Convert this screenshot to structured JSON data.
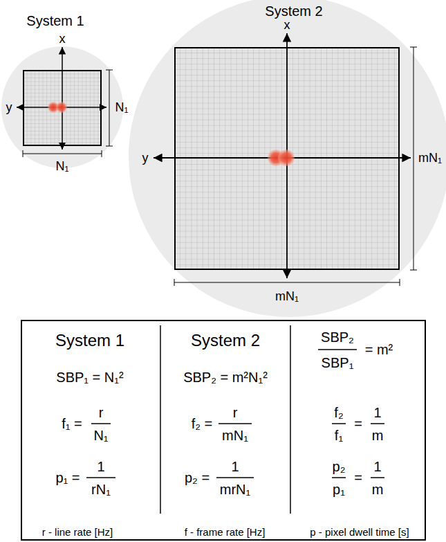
{
  "diagram": {
    "nodes": [
      {
        "text": [
          "System 1"
        ]
      },
      {
        "text": [
          "System 2"
        ]
      },
      {
        "text": [
          "System 1",
          "SBP₁ = N₁²",
          "f₁ =",
          "r",
          "N₁",
          "p₁ =",
          "1",
          "rN₁",
          "System 2",
          "SBP₂ = m²N₁²",
          "f₂ =",
          "r",
          "mN₁",
          "p₂ =",
          "1",
          "mrN₁",
          "SBP₂",
          "SBP₁",
          "= m²",
          "f₂",
          "f₁",
          "=",
          "1",
          "m",
          "p₂",
          "p₁",
          "=",
          "1",
          "m",
          "r - line rate [Hz]",
          "f - frame rate [Hz]",
          "p - pixel dwell time [s]"
        ]
      }
    ],
    "labels": [
      "x",
      "y",
      "N₁",
      "N₁",
      "x",
      "y",
      "mN₁",
      "mN₁"
    ]
  }
}
